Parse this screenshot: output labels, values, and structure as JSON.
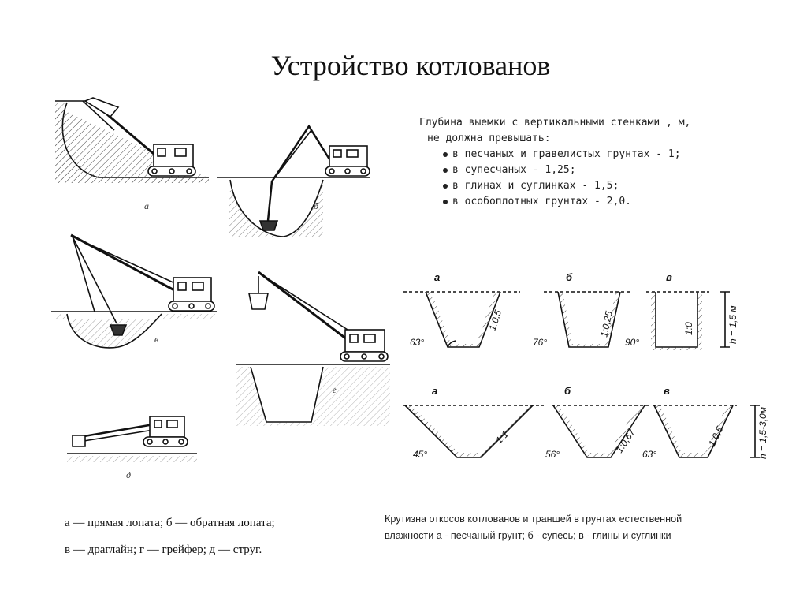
{
  "title": "Устройство котлованов",
  "depth_note": {
    "heading_line1": "Глубина выемки с вертикальными стенками , м,",
    "heading_line2": "не должна превышать:",
    "items": [
      "в песчаных и гравелистых грунтах - 1;",
      "в супесчаных - 1,25;",
      "в глинах и суглинках - 1,5;",
      "в особоплотных грунтах - 2,0."
    ]
  },
  "machines": {
    "labels": [
      "а",
      "б",
      "в",
      "г",
      "д"
    ]
  },
  "legend": {
    "line1": "а — прямая лопата; б — обратная лопата;",
    "line2": "в — драглайн; г — грейфер; д — струг."
  },
  "trenches": {
    "row1": {
      "labels": [
        "а",
        "б",
        "в"
      ],
      "angles": [
        "63°",
        "76°",
        "90°"
      ],
      "ratios": [
        "1:0,5",
        "1:0,25",
        "1:0"
      ],
      "height": "h = 1,5 м"
    },
    "row2": {
      "labels": [
        "а",
        "б",
        "в"
      ],
      "angles": [
        "45°",
        "56°",
        "63°"
      ],
      "ratios": [
        "1:1",
        "1:0,67",
        "1:0,5"
      ],
      "height": "h = 1,5-3,0м"
    }
  },
  "caption": {
    "line1": "Крутизна откосов котлованов и траншей в грунтах естественной",
    "line2": "влажности   а - песчаный грунт; б - супесь; в - глины и суглинки"
  }
}
